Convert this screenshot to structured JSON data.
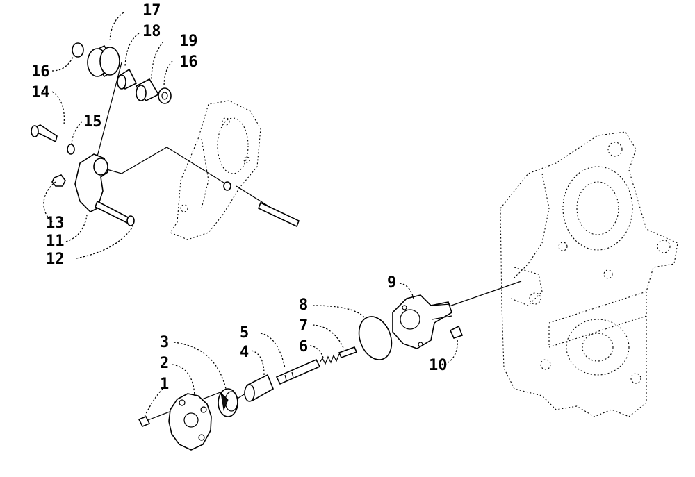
{
  "callouts": {
    "c1": "1",
    "c2": "2",
    "c3": "3",
    "c4": "4",
    "c5": "5",
    "c6": "6",
    "c7": "7",
    "c8": "8",
    "c9": "9",
    "c10": "10",
    "c11": "11",
    "c12": "12",
    "c13": "13",
    "c14": "14",
    "c15": "15",
    "c16a": "16",
    "c16b": "16",
    "c17": "17",
    "c18": "18",
    "c19": "19"
  }
}
